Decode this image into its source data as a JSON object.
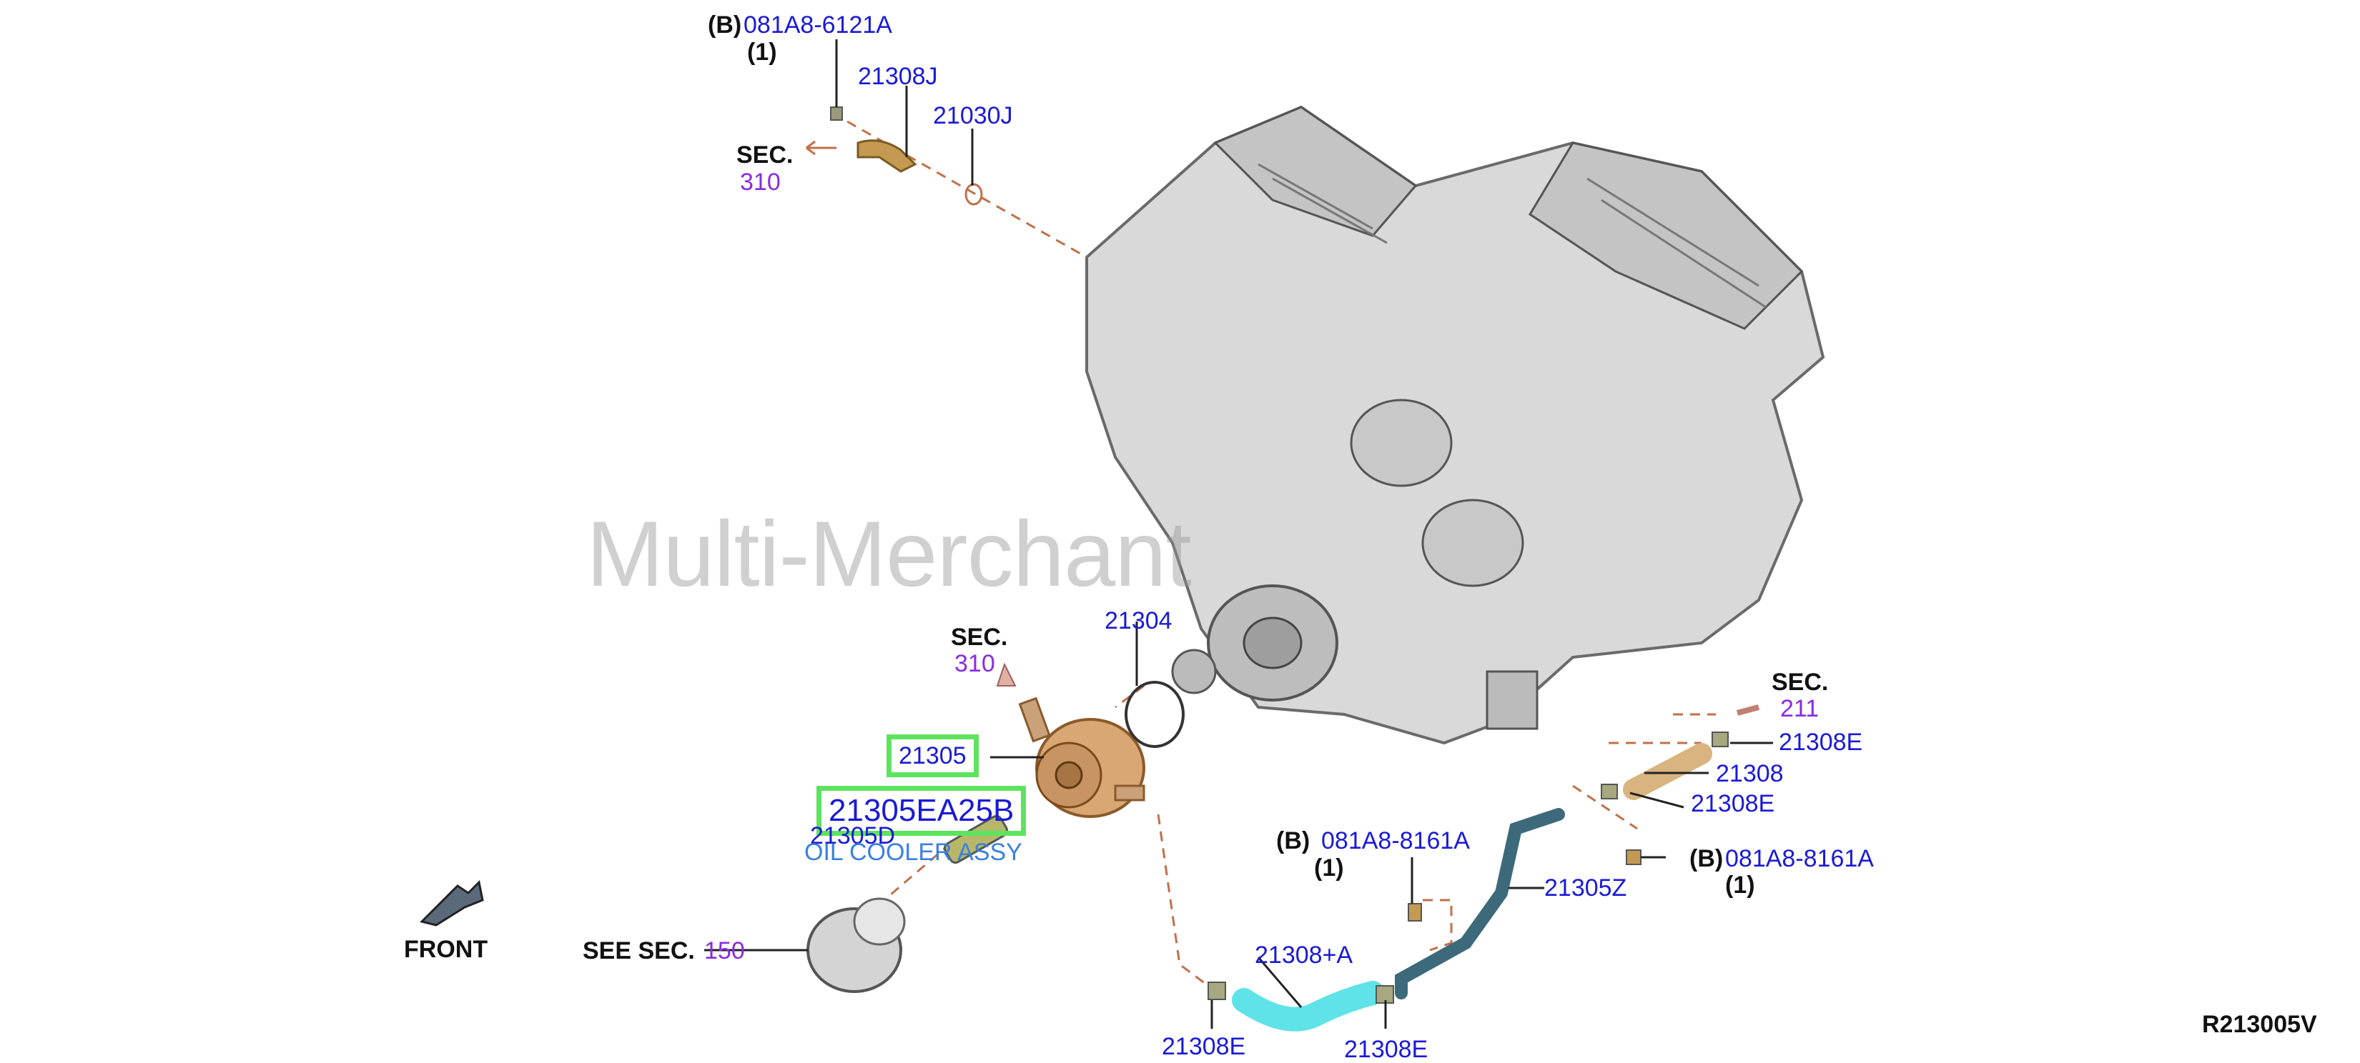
{
  "labels": {
    "top_bolt_b": "(B)",
    "top_bolt_code": "081A8-6121A",
    "top_bolt_qty": "(1)",
    "p21308J": "21308J",
    "p21030J": "21030J",
    "sec_top": "SEC.",
    "sec_top_num": "310",
    "sec_mid": "SEC.",
    "sec_mid_num": "310",
    "p21304": "21304",
    "p21305": "21305",
    "p21305EA25B": "21305EA25B",
    "p21305D": "21305D",
    "oil_cooler": "OIL COOLER ASSY",
    "front": "FRONT",
    "see_sec": "SEE SEC.",
    "see_sec_num": "150",
    "sec_right": "SEC.",
    "sec_right_num": "211",
    "p21308E_a": "21308E",
    "p21308": "21308",
    "p21308E_b": "21308E",
    "right_bolt_b": "(B)",
    "right_bolt_code": "081A8-8161A",
    "right_bolt_qty": "(1)",
    "p21305Z": "21305Z",
    "mid_bolt_b": "(B)",
    "mid_bolt_code": "081A8-8161A",
    "mid_bolt_qty": "(1)",
    "p21308A": "21308+A",
    "p21308E_c": "21308E",
    "p21308E_d": "21308E"
  },
  "watermark": "Multi-Merchant",
  "reference_code": "R213005V",
  "colors": {
    "part_number": "#1a1ad6",
    "section_number": "#8a2be2",
    "highlight_box": "#5fe35f",
    "highlighted_hose": "#5fe3e8"
  }
}
